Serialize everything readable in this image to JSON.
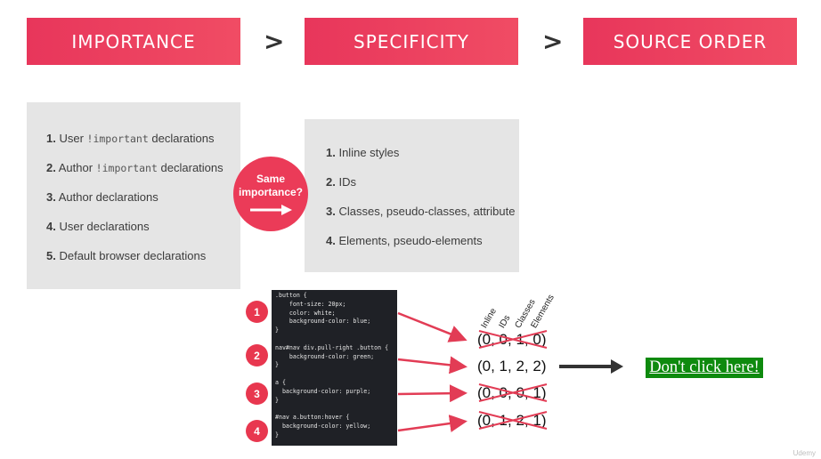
{
  "headers": [
    "IMPORTANCE",
    "SPECIFICITY",
    "SOURCE ORDER"
  ],
  "separator": ">",
  "importance_list": [
    {
      "num": "1.",
      "pre": "User ",
      "code": "!important",
      "post": " declarations"
    },
    {
      "num": "2.",
      "pre": "Author ",
      "code": "!important",
      "post": " declarations"
    },
    {
      "num": "3.",
      "pre": "Author declarations",
      "code": "",
      "post": ""
    },
    {
      "num": "4.",
      "pre": "User declarations",
      "code": "",
      "post": ""
    },
    {
      "num": "5.",
      "pre": "Default browser declarations",
      "code": "",
      "post": ""
    }
  ],
  "same_importance": {
    "line1": "Same",
    "line2": "importance?"
  },
  "specificity_list": [
    {
      "num": "1.",
      "text": "Inline styles"
    },
    {
      "num": "2.",
      "text": "IDs"
    },
    {
      "num": "3.",
      "text": "Classes, pseudo-classes, attribute"
    },
    {
      "num": "4.",
      "text": "Elements, pseudo-elements"
    }
  ],
  "code_lines": [
    ".button {",
    "    font-size: 20px;",
    "    color: white;",
    "    background-color: blue;",
    "}",
    "",
    "nav#nav div.pull-right .button {",
    "    background-color: green;",
    "}",
    "",
    "a {",
    "  background-color: purple;",
    "}",
    "",
    "#nav a.button:hover {",
    "  background-color: yellow;",
    "}"
  ],
  "badges": [
    "1",
    "2",
    "3",
    "4"
  ],
  "column_labels": [
    "Inline",
    "IDs",
    "Classes",
    "Elements"
  ],
  "specificity_values": [
    "(0, 0, 1, 0)",
    "(0, 1, 2, 2)",
    "(0, 0, 0, 1)",
    "(0, 1, 2, 1)"
  ],
  "struck": [
    true,
    false,
    true,
    true
  ],
  "result_link": "Don't click here!",
  "colors": {
    "accent": "#eb3b58",
    "panel": "#e5e5e5",
    "code_bg": "#1f2126",
    "link_green": "#0e8a0e"
  },
  "watermark": "Udemy"
}
